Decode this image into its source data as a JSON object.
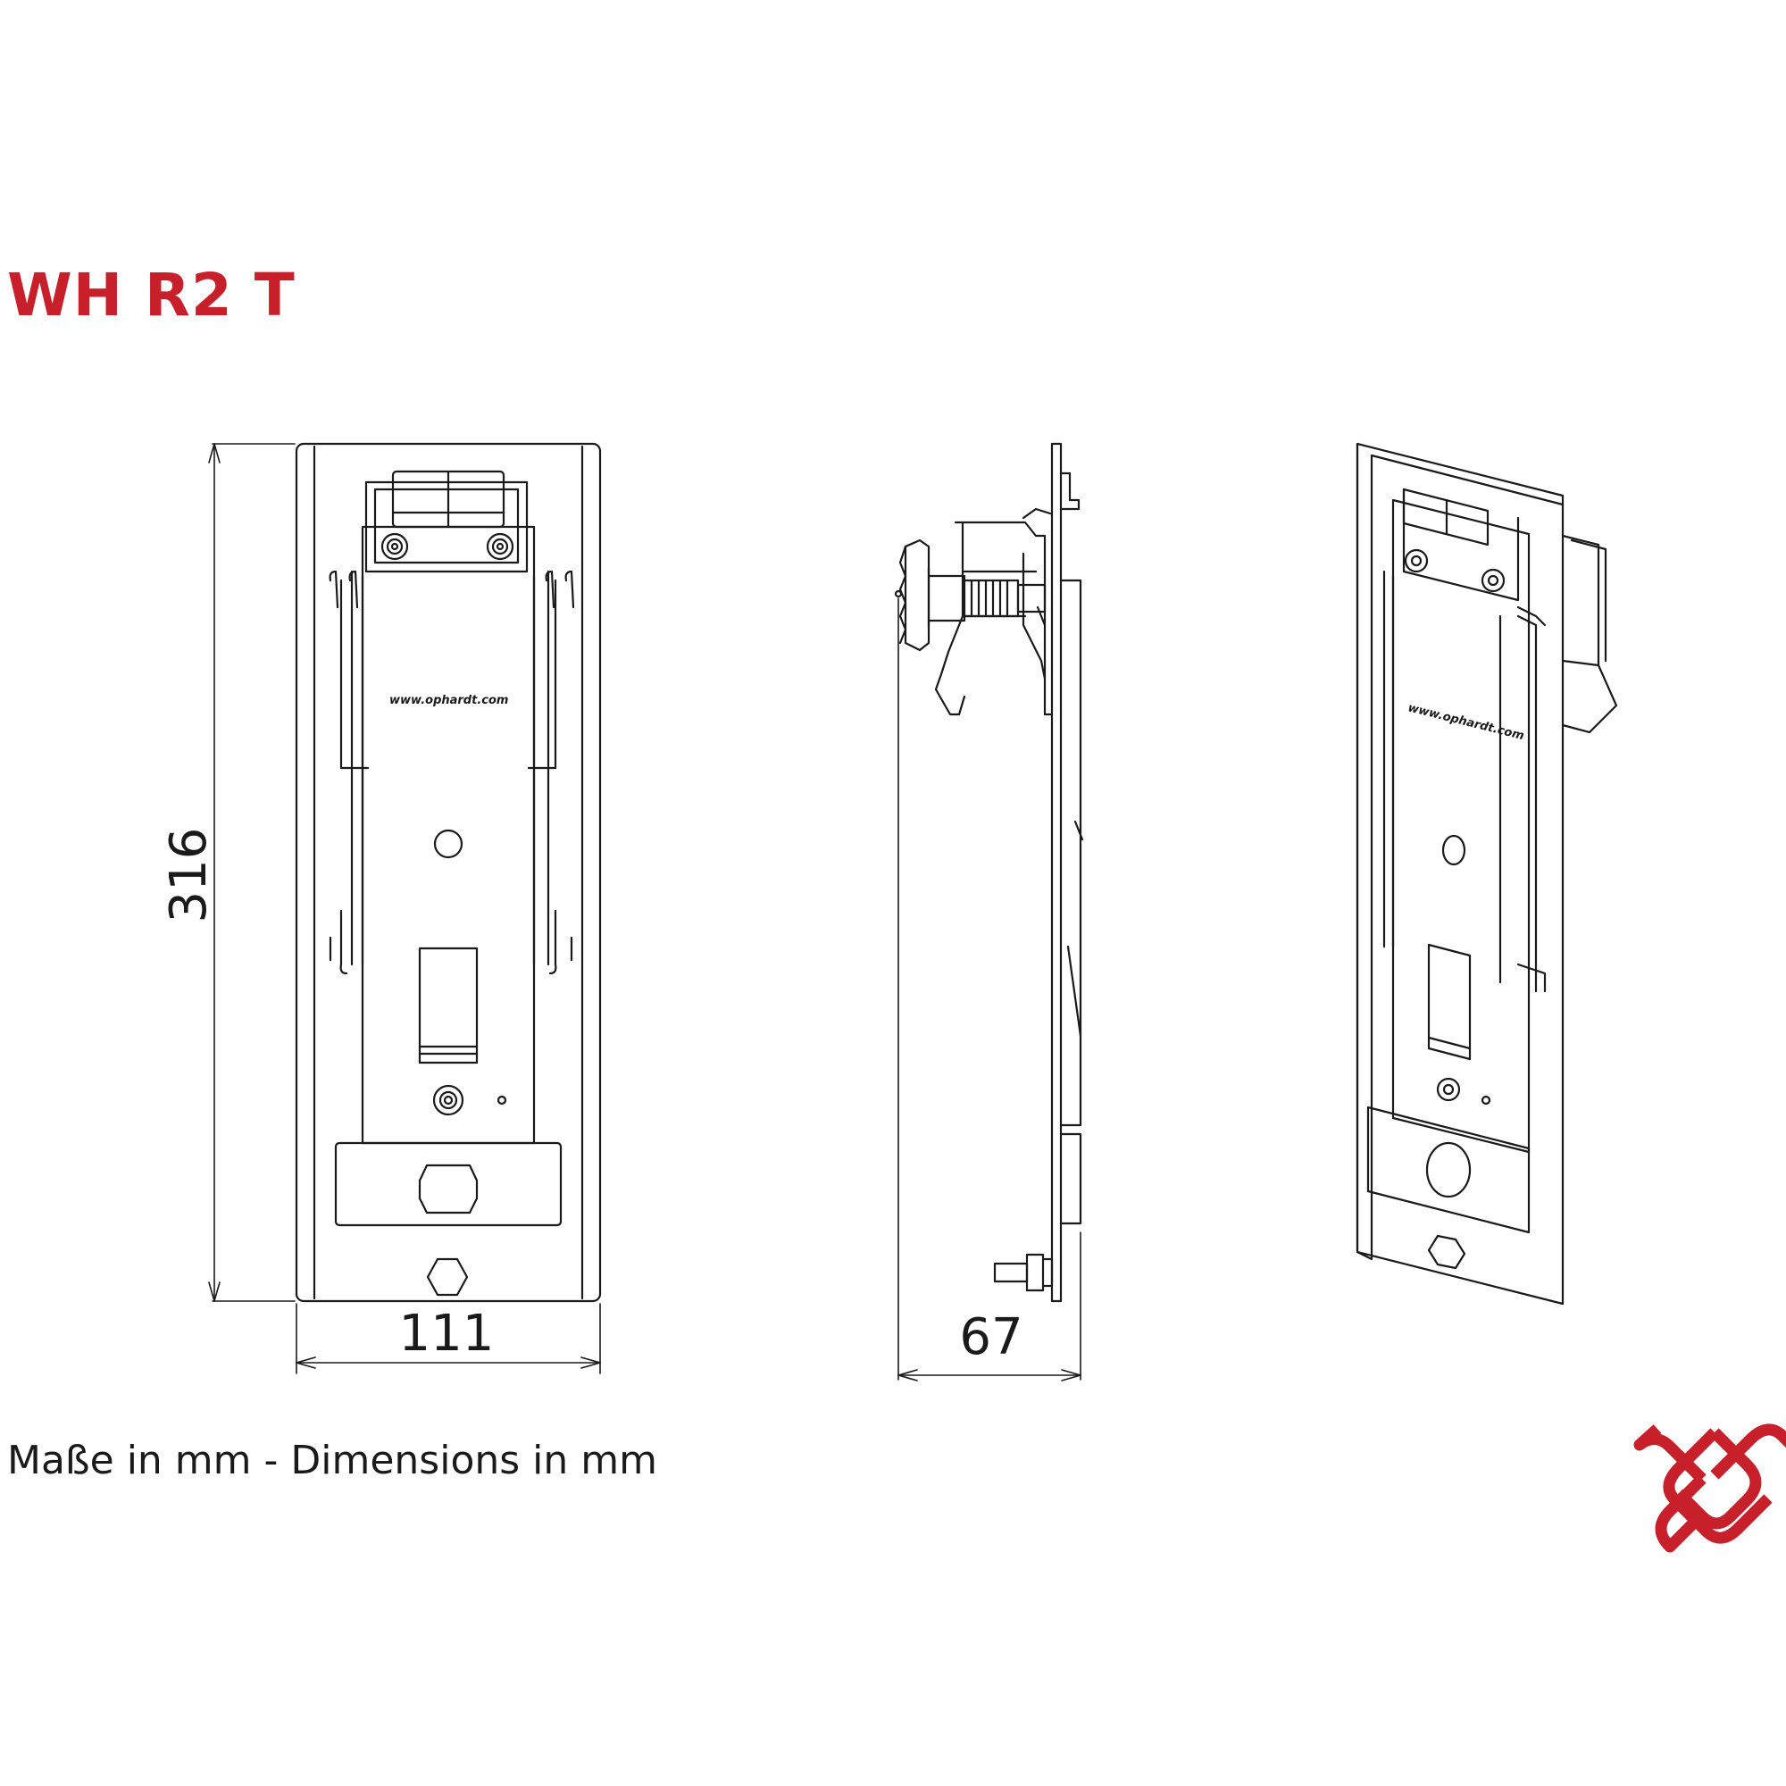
{
  "title": "WH R2 T",
  "caption": "Maße in mm - Dimensions in mm",
  "dimensions": {
    "height": "316",
    "width": "111",
    "depth": "67"
  },
  "plate_marking": "www.ophardt.com",
  "colors": {
    "accent": "#c8202a",
    "line": "#1a1a1a"
  },
  "logo": "infinity-logo-icon"
}
